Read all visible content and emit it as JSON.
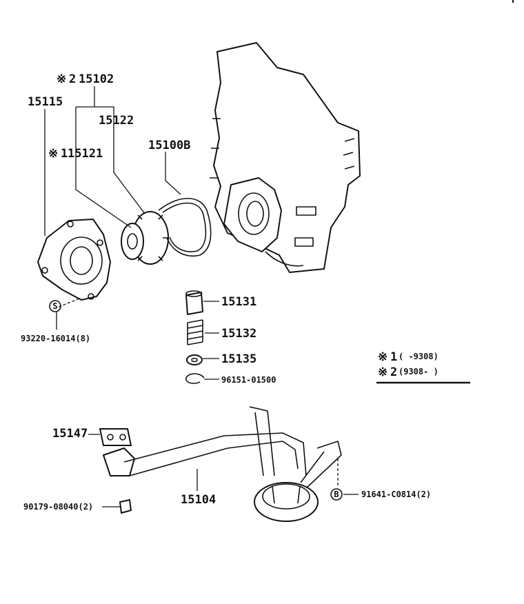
{
  "labels": {
    "p15102": "15102",
    "p15115": "15115",
    "p15122": "15122",
    "p15100b": "15100B",
    "p15121": "15121",
    "p15131": "15131",
    "p15132": "15132",
    "p15135": "15135",
    "p96151": "96151-01500",
    "p93220": "93220-16014(8)",
    "p15147": "15147",
    "p15104": "15104",
    "p90179": "90179-08040(2)",
    "p91641": "91641-C0814(2)"
  },
  "marks": {
    "ref_mark": "※",
    "ref1": "1",
    "ref2": "2",
    "bolt_s": "S",
    "bolt_b": "B"
  },
  "legend": {
    "row1_range": "(      -9308)",
    "row2_range": "(9308-      )"
  }
}
